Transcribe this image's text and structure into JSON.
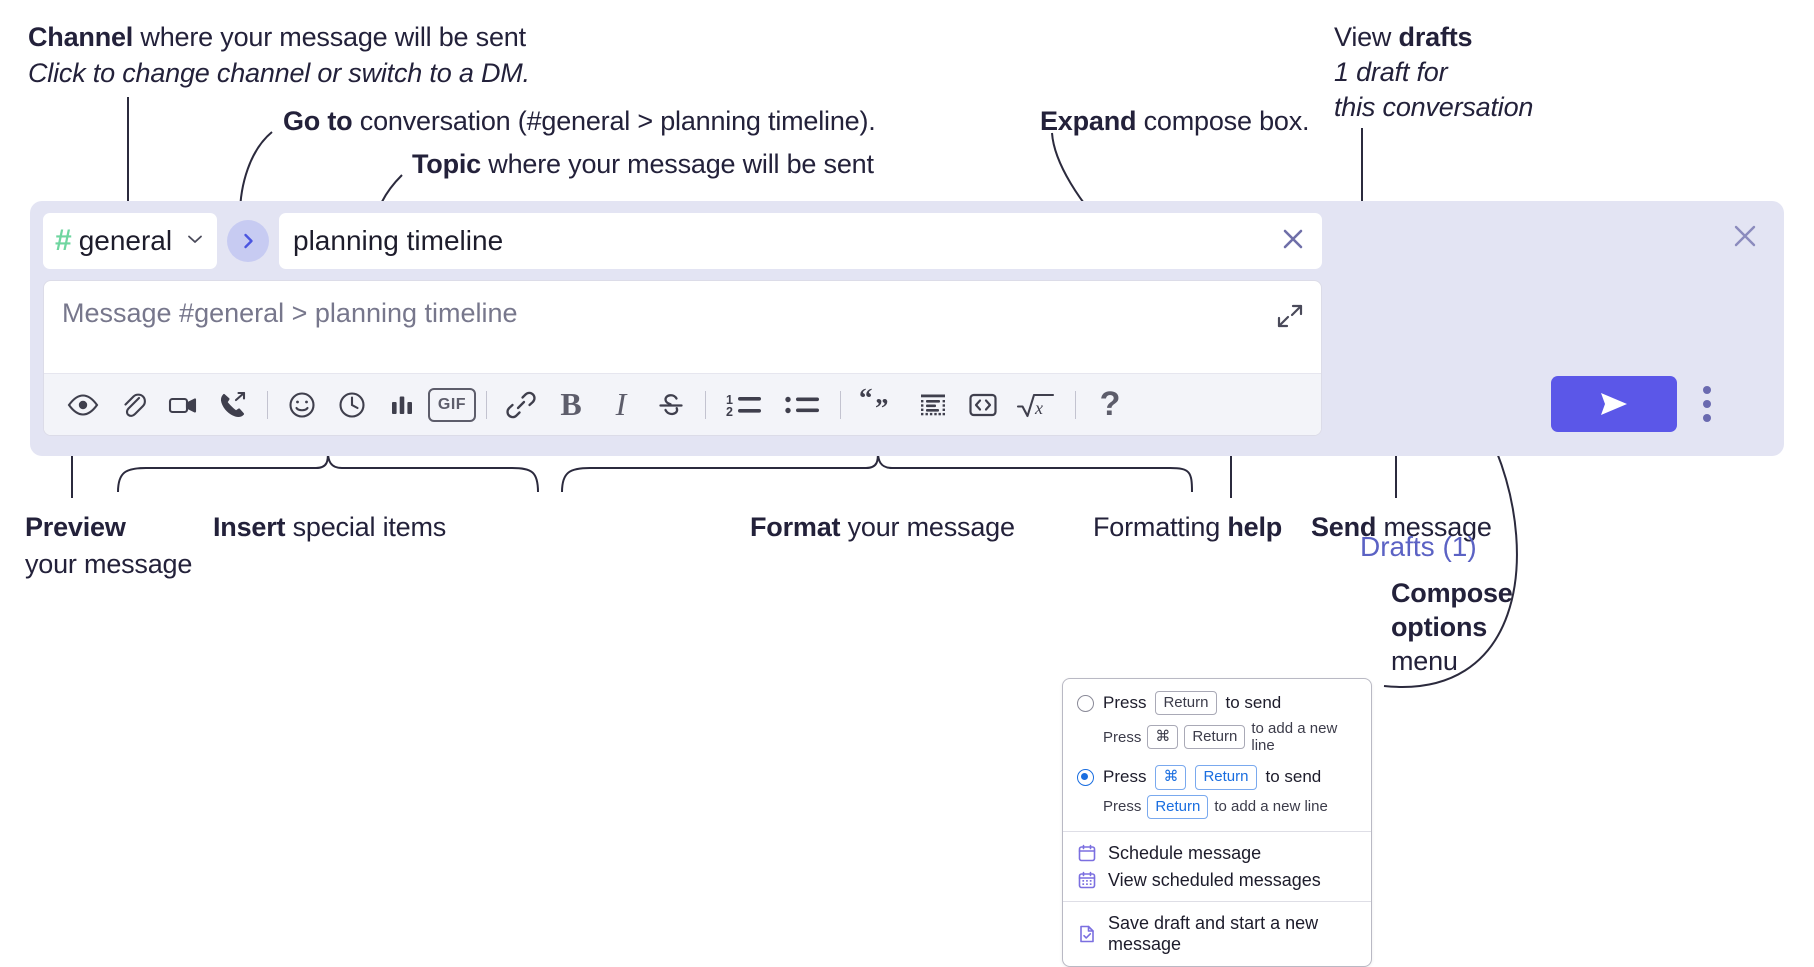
{
  "annotations": {
    "channel": {
      "line1_bold": "Channel",
      "line1_rest": " where your message will be sent",
      "line2_italic": "Click to change channel or switch to a DM."
    },
    "goto": {
      "bold": "Go to",
      "rest": " conversation (#general > planning timeline)."
    },
    "topic": {
      "bold": "Topic",
      "rest": " where your message will be sent"
    },
    "expand": {
      "bold": "Expand",
      "rest": " compose box."
    },
    "drafts": {
      "line1_normal": "View ",
      "line1_bold": "drafts",
      "line2_italic": "1 draft for",
      "line3_italic": "this conversation"
    },
    "preview": {
      "bold": "Preview",
      "rest": "your message"
    },
    "insert": {
      "bold": "Insert",
      "rest": " special items"
    },
    "format": {
      "bold": "Format",
      "rest": " your message"
    },
    "formatting_help": {
      "normal": "Formatting ",
      "bold": "help"
    },
    "send": {
      "bold": "Send",
      "rest": " message"
    },
    "compose_options": {
      "line1_bold": "Compose",
      "line2_bold": "options",
      "line3": "menu"
    }
  },
  "compose": {
    "channel_name": "general",
    "channel_hash": "#",
    "channel_chevron": "chevron-down",
    "goto_icon": ">",
    "topic_value": "planning timeline",
    "topic_clear_icon": "x",
    "message_placeholder": "Message #general > planning timeline",
    "expand_icon": "expand-arrows",
    "drafts_label": "Drafts (1)",
    "close_icon": "x",
    "send_icon": "paper-plane",
    "kebab_icon": "vertical-dots",
    "accent_color": "#5b57e8",
    "panel_color": "#e3e4f3",
    "hash_color": "#6fd6a0",
    "drafts_color": "#5b62c4",
    "toolbar": [
      {
        "name": "preview-icon",
        "label": "Preview"
      },
      {
        "name": "attachment-icon",
        "label": "Attach file"
      },
      {
        "name": "video-icon",
        "label": "Record video clip"
      },
      {
        "name": "phone-forward-icon",
        "label": "Record audio clip"
      },
      {
        "name": "separator",
        "label": ""
      },
      {
        "name": "emoji-icon",
        "label": "Emoji"
      },
      {
        "name": "clock-icon",
        "label": "Reminder"
      },
      {
        "name": "bar-chart-icon",
        "label": "Poll"
      },
      {
        "name": "gif-icon",
        "label": "GIF"
      },
      {
        "name": "separator",
        "label": ""
      },
      {
        "name": "link-icon",
        "label": "Link"
      },
      {
        "name": "bold-icon",
        "label": "B"
      },
      {
        "name": "italic-icon",
        "label": "I"
      },
      {
        "name": "strikethrough-icon",
        "label": "S"
      },
      {
        "name": "separator",
        "label": ""
      },
      {
        "name": "ordered-list-icon",
        "label": "Ordered list"
      },
      {
        "name": "bullet-list-icon",
        "label": "Bulleted list"
      },
      {
        "name": "separator",
        "label": ""
      },
      {
        "name": "blockquote-icon",
        "label": "Blockquote"
      },
      {
        "name": "code-block-icon",
        "label": "Code block"
      },
      {
        "name": "inline-code-icon",
        "label": "Code"
      },
      {
        "name": "math-icon",
        "label": "Math"
      },
      {
        "name": "separator",
        "label": ""
      },
      {
        "name": "help-icon",
        "label": "?"
      }
    ]
  },
  "menu": {
    "option1": {
      "selected": false,
      "prefix": "Press",
      "key": "Return",
      "suffix": "to send",
      "sub_prefix": "Press",
      "sub_key1": "⌘",
      "sub_key2": "Return",
      "sub_suffix": "to add a new line"
    },
    "option2": {
      "selected": true,
      "prefix": "Press",
      "key1": "⌘",
      "key2": "Return",
      "suffix": "to send",
      "sub_prefix": "Press",
      "sub_key": "Return",
      "sub_suffix": "to add a new line"
    },
    "items": [
      {
        "icon": "calendar-icon",
        "label": "Schedule message"
      },
      {
        "icon": "calendar-grid-icon",
        "label": "View scheduled messages"
      },
      {
        "icon": "file-check-icon",
        "label": "Save draft and start a new message"
      }
    ],
    "icon_color": "#7b6fe0"
  }
}
